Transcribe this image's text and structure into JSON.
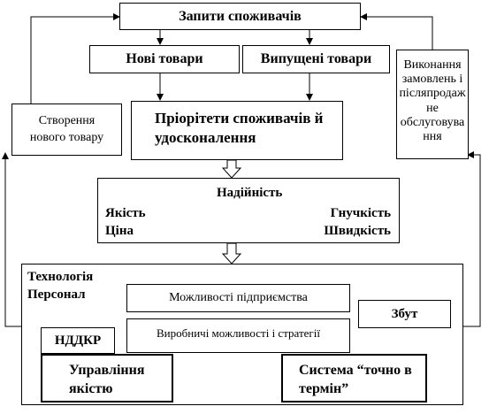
{
  "nodes": {
    "consumer_requests": "Запити споживачів",
    "new_products": "Нові товари",
    "released_products": "Випущені товари",
    "creating_new_product": [
      "Створення",
      "нового товару"
    ],
    "fulfillment": [
      "Виконання",
      "замовлень і",
      "післяпродаж",
      "не",
      "обслуговува",
      "ння"
    ],
    "priorities": [
      "Пріорітети споживачів й",
      "удосконалення"
    ],
    "reliability": "Надійність",
    "quality": "Якість",
    "flexibility": "Гнучкість",
    "price": "Ціна",
    "speed": "Швидкість",
    "technology": "Технологія",
    "personnel": "Персонал",
    "enterprise_capabilities": "Можливості підприємства",
    "sales": "Збут",
    "rnd": "НДДКР",
    "production_capabilities": "Виробничі можливості і стратегії",
    "quality_management": [
      "Управління",
      "якістю"
    ],
    "just_in_time": [
      "Система “точно в",
      "термін”"
    ]
  }
}
